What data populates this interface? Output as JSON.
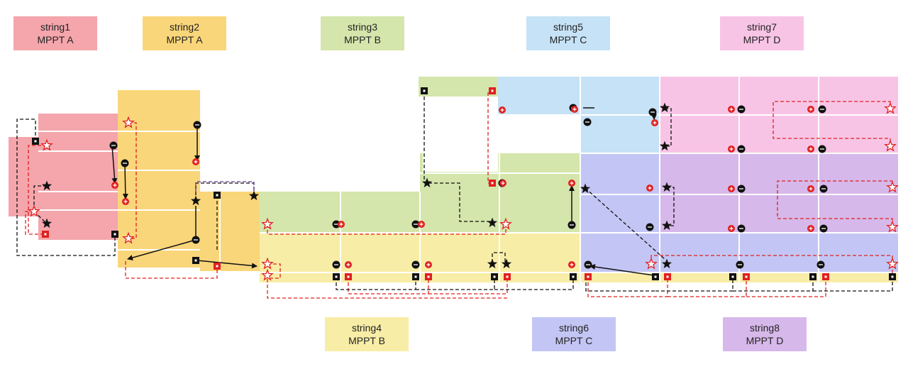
{
  "colors": {
    "string1": "#f4a6ac",
    "string2": "#fad67a",
    "string3": "#d4e6ab",
    "string4": "#f8eda6",
    "string5": "#c6e2f6",
    "string6": "#c3c6f4",
    "string7": "#f8c4e6",
    "string8": "#d7b8ea",
    "pos": "#e02020",
    "neg": "#111111"
  },
  "labels": {
    "string1": {
      "name": "string1",
      "mppt": "MPPT A"
    },
    "string2": {
      "name": "string2",
      "mppt": "MPPT A"
    },
    "string3": {
      "name": "string3",
      "mppt": "MPPT B"
    },
    "string4": {
      "name": "string4",
      "mppt": "MPPT B"
    },
    "string5": {
      "name": "string5",
      "mppt": "MPPT C"
    },
    "string6": {
      "name": "string6",
      "mppt": "MPPT C"
    },
    "string7": {
      "name": "string7",
      "mppt": "MPPT D"
    },
    "string8": {
      "name": "string8",
      "mppt": "MPPT D"
    }
  }
}
